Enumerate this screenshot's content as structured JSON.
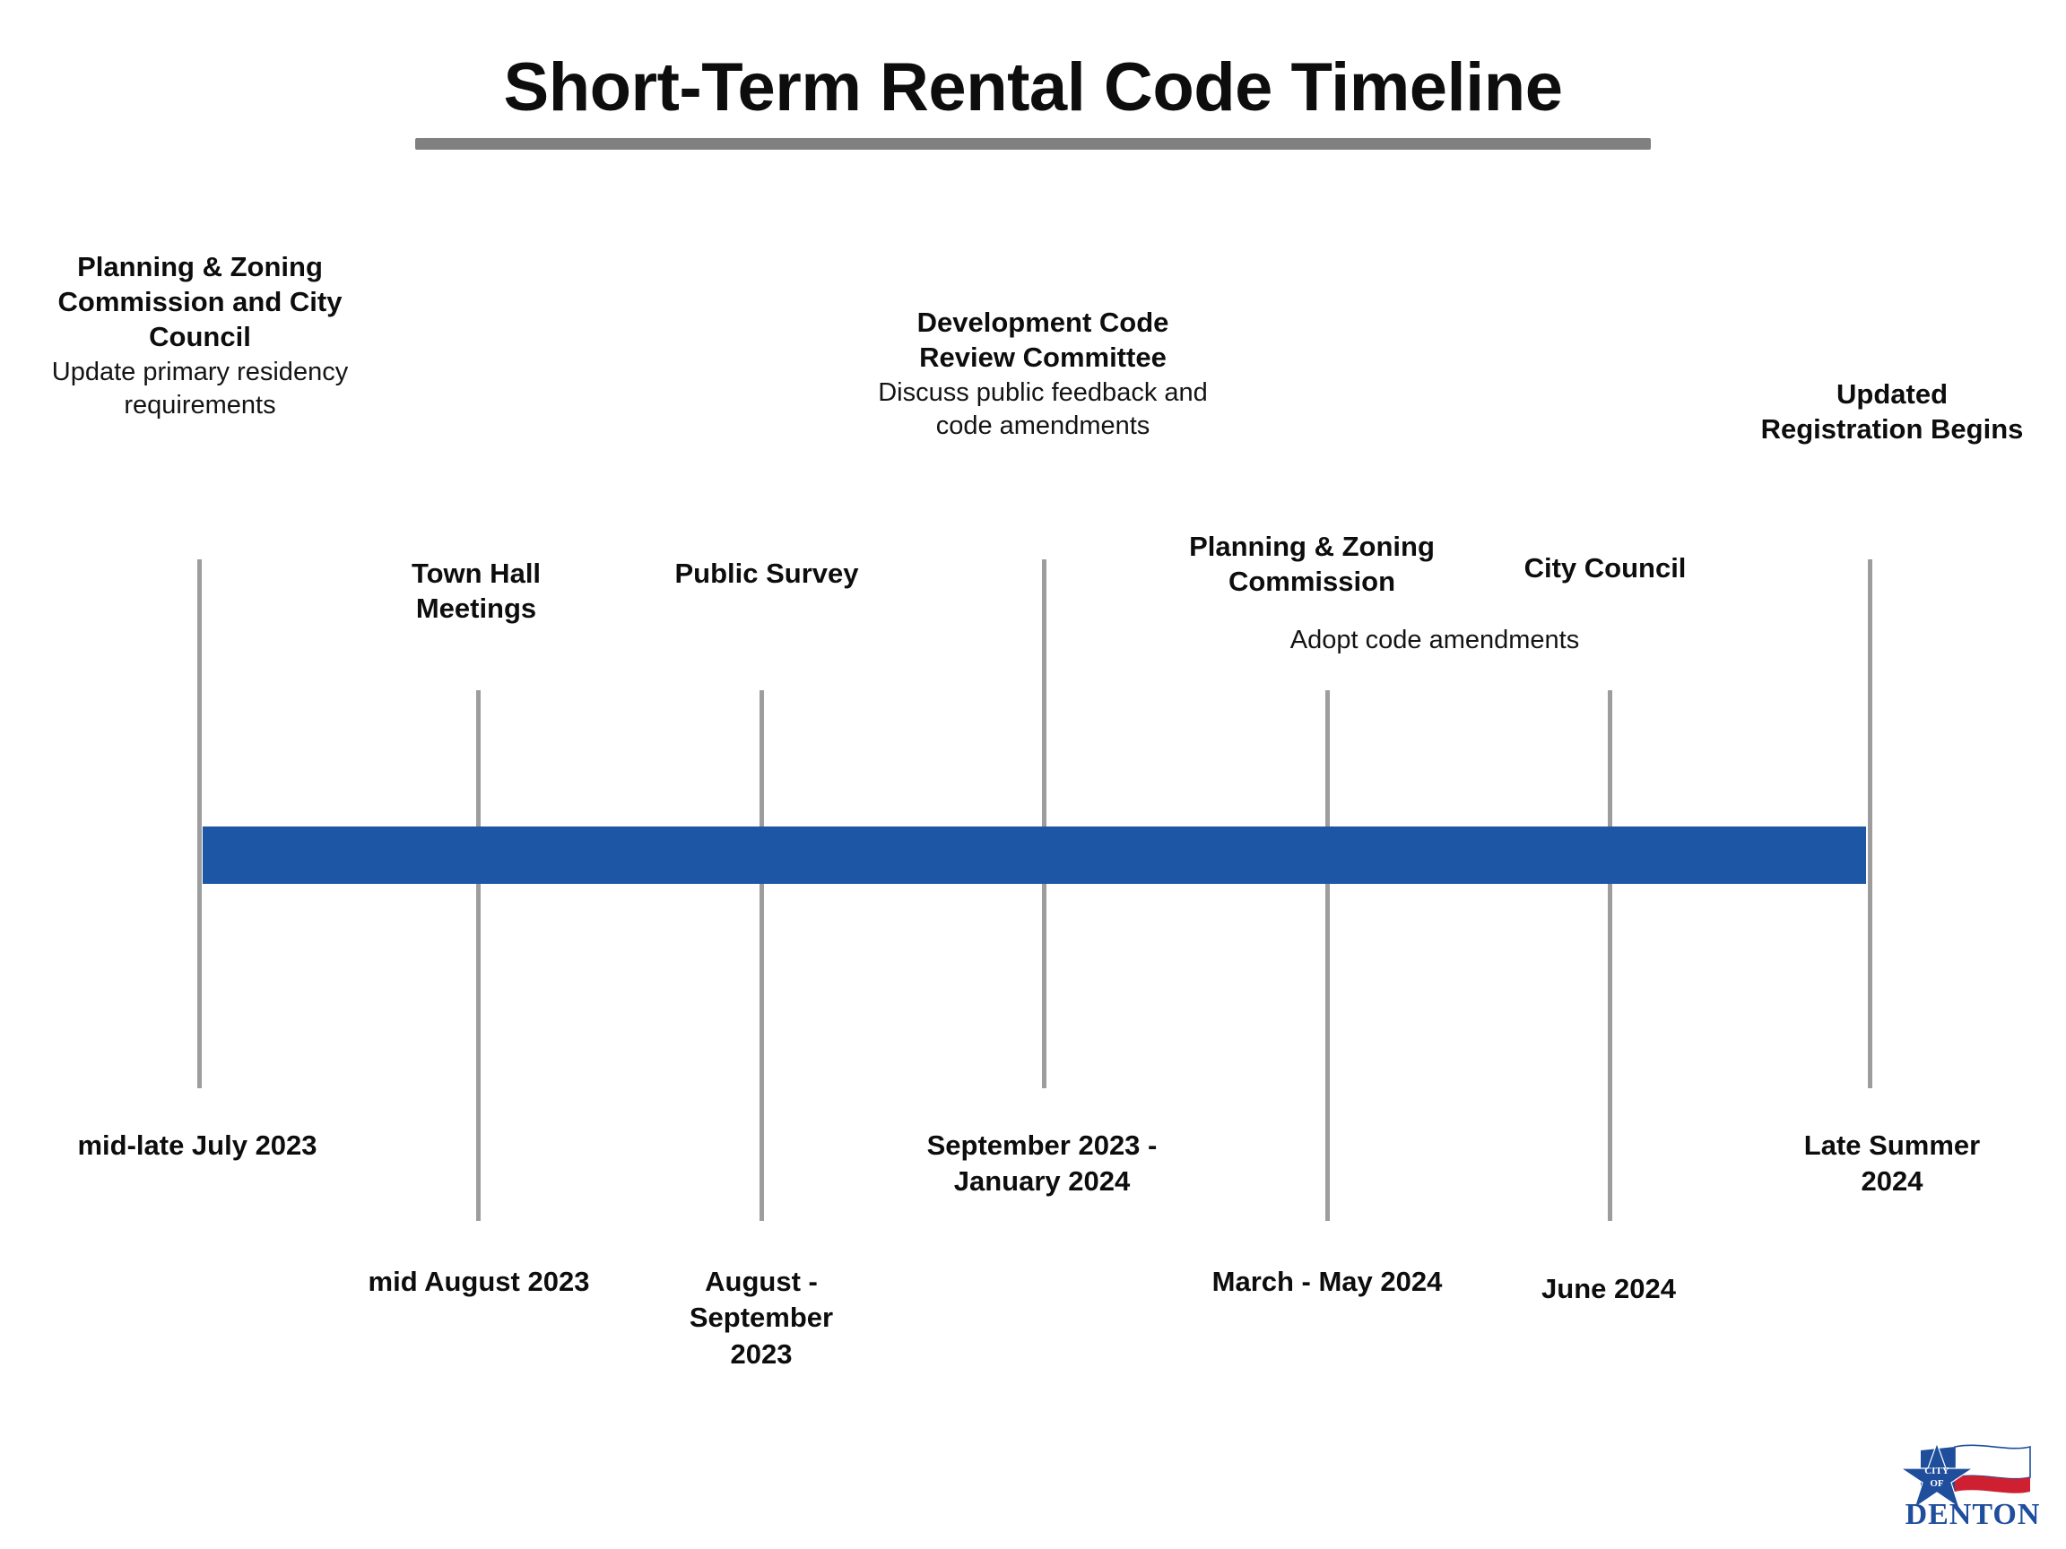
{
  "title": {
    "text": "Short-Term Rental Code Timeline"
  },
  "timeline": {
    "bar_color": "#1C56A5",
    "tick_color": "#9D9D9D",
    "milestones": [
      {
        "id": "planning-zoning-city-council",
        "title": "Planning & Zoning Commission and City Council",
        "description": "Update  primary residency requirements",
        "date": "mid-late July 2023"
      },
      {
        "id": "town-hall-meetings",
        "title": "Town Hall Meetings",
        "description": "",
        "date": "mid August 2023"
      },
      {
        "id": "public-survey",
        "title": "Public Survey",
        "description": "",
        "date": "August - September 2023"
      },
      {
        "id": "development-code-review-committee",
        "title": "Development Code Review Committee",
        "description": "Discuss public feedback and code amendments",
        "date": "September 2023 - January 2024"
      },
      {
        "id": "planning-zoning-commission",
        "title": "Planning & Zoning Commission",
        "description": "",
        "date": "March - May 2024"
      },
      {
        "id": "city-council",
        "title": "City Council",
        "description": "",
        "date": "June 2024"
      },
      {
        "id": "updated-registration-begins",
        "title": "Updated Registration Begins",
        "description": "",
        "date": "Late Summer 2024"
      }
    ],
    "shared_note": "Adopt code amendments"
  },
  "logo": {
    "small_line1": "CITY",
    "small_line2": "OF",
    "wordmark": "DENTON",
    "blue": "#1F4E9C",
    "red": "#CE2030"
  }
}
